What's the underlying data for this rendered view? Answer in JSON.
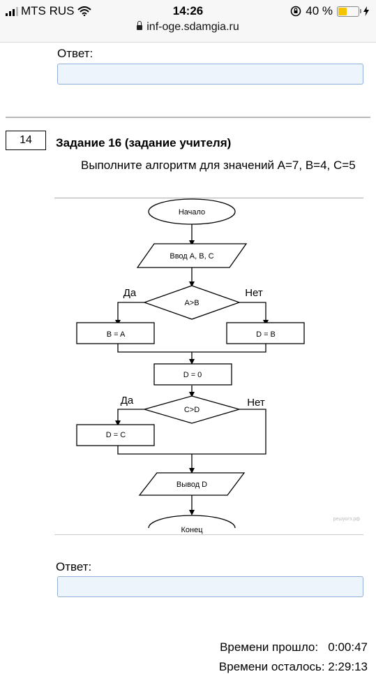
{
  "status_bar": {
    "carrier": "MTS RUS",
    "time": "14:26",
    "battery": "40 %",
    "battery_level": 0.4,
    "url": "inf-oge.sdamgia.ru",
    "icons": [
      "signal-icon",
      "wifi-icon",
      "orientation-lock-icon",
      "battery-icon",
      "charging-icon",
      "lock-icon"
    ]
  },
  "answer_label_top": "Ответ:",
  "answer_input_top": {
    "value": ""
  },
  "task": {
    "number": "14",
    "title": "Задание 16  (задание учителя)",
    "text": "Выполните алгоритм для значений A=7, B=4, C=5"
  },
  "flowchart": {
    "start": "Начало",
    "input": "Ввод A, B, C",
    "cond1": "A>B",
    "yes": "Да",
    "no": "Нет",
    "box_b_eq_a": "B = A",
    "box_d_eq_b": "D = B",
    "box_d_eq_0": "D = 0",
    "cond2": "C>D",
    "box_d_eq_c": "D = C",
    "output": "Вывод D",
    "end": "Конец",
    "watermark": "решуогэ.рф"
  },
  "answer_label_bottom": "Ответ:",
  "answer_input_bottom": {
    "value": ""
  },
  "timer": {
    "elapsed": "Времени прошло:   0:00:47",
    "remaining": "Времени осталось: 2:29:13"
  }
}
